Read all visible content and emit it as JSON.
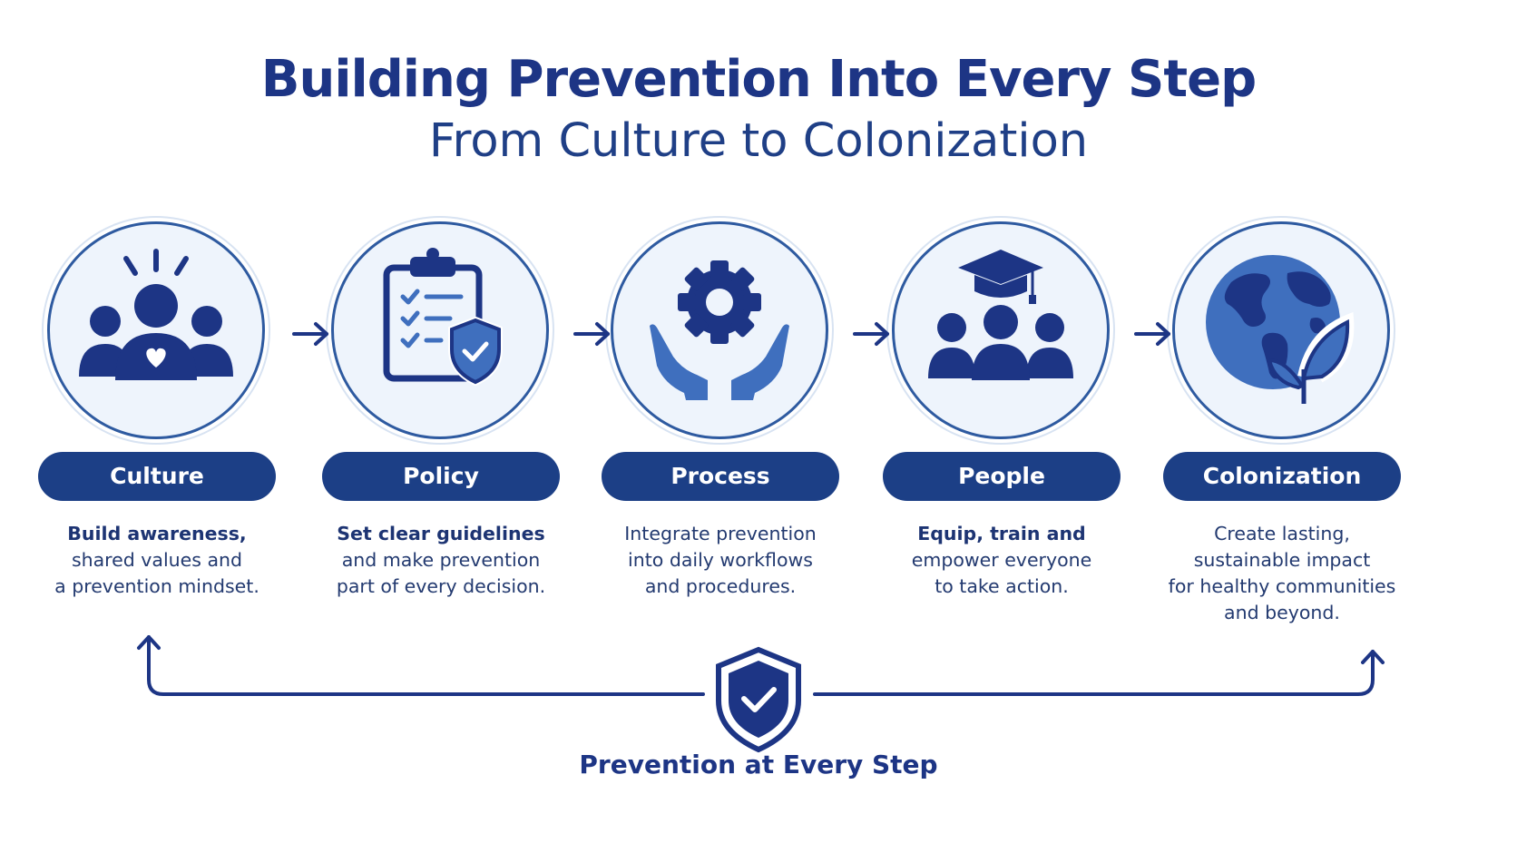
{
  "title": "Building Prevention Into Every Step",
  "subtitle": "From Culture to Colonization",
  "steps": [
    {
      "label": "Culture",
      "icon": "community-heart-icon",
      "desc": [
        "Build awareness,",
        "shared values and",
        "a prevention mindset."
      ]
    },
    {
      "label": "Policy",
      "icon": "clipboard-shield-icon",
      "desc": [
        "Set clear guidelines",
        "and make prevention",
        "part of every decision."
      ]
    },
    {
      "label": "Process",
      "icon": "gear-hands-icon",
      "desc": [
        "Integrate prevention",
        "into daily workflows",
        "and procedures."
      ]
    },
    {
      "label": "People",
      "icon": "graduation-team-icon",
      "desc": [
        "Equip, train and",
        "empower everyone",
        "to take action."
      ]
    },
    {
      "label": "Colonization",
      "icon": "globe-leaf-icon",
      "desc": [
        "Create lasting,",
        "sustainable impact",
        "for healthy communities",
        "and beyond."
      ]
    }
  ],
  "footer": {
    "label": "Prevention at Every Step",
    "icon": "shield-check-icon"
  },
  "colors": {
    "navy": "#1c3f86",
    "accent": "#3f6fbe",
    "circle_fill": "#eef4fc",
    "outline": "#2e5aa0"
  }
}
